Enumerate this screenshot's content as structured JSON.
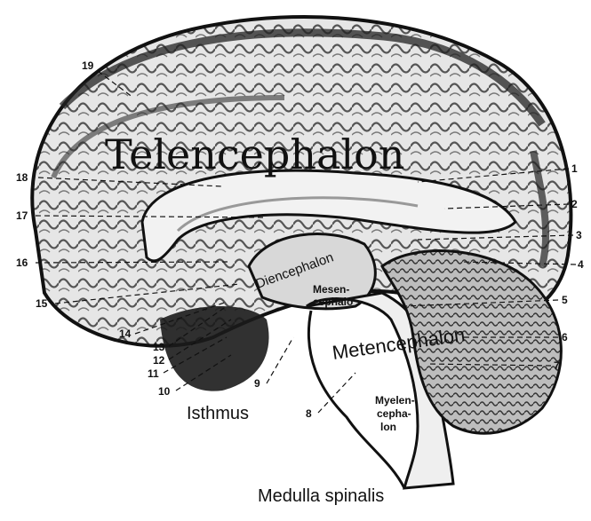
{
  "regions": {
    "telencephalon": "Telencephalon",
    "diencephalon": "Diencephalon",
    "mesencephalon_1": "Mesen-",
    "mesencephalon_2": "cephalo",
    "metencephalon": "Metencephalon",
    "myelencephalon_1": "Myelen-",
    "myelencephalon_2": "cepha-",
    "myelencephalon_3": "lon"
  },
  "labels": {
    "isthmus": "Isthmus",
    "medulla_spinalis": "Medulla spinalis"
  },
  "numbers": [
    "1",
    "2",
    "3",
    "4",
    "5",
    "6",
    "7",
    "8",
    "9",
    "10",
    "11",
    "12",
    "13",
    "14",
    "15",
    "16",
    "17",
    "18",
    "19"
  ],
  "colors": {
    "ink": "#111111",
    "shade": "#2a2a2a",
    "mid": "#9a9a9a",
    "light": "#dcdcdc",
    "paper": "#ffffff"
  }
}
